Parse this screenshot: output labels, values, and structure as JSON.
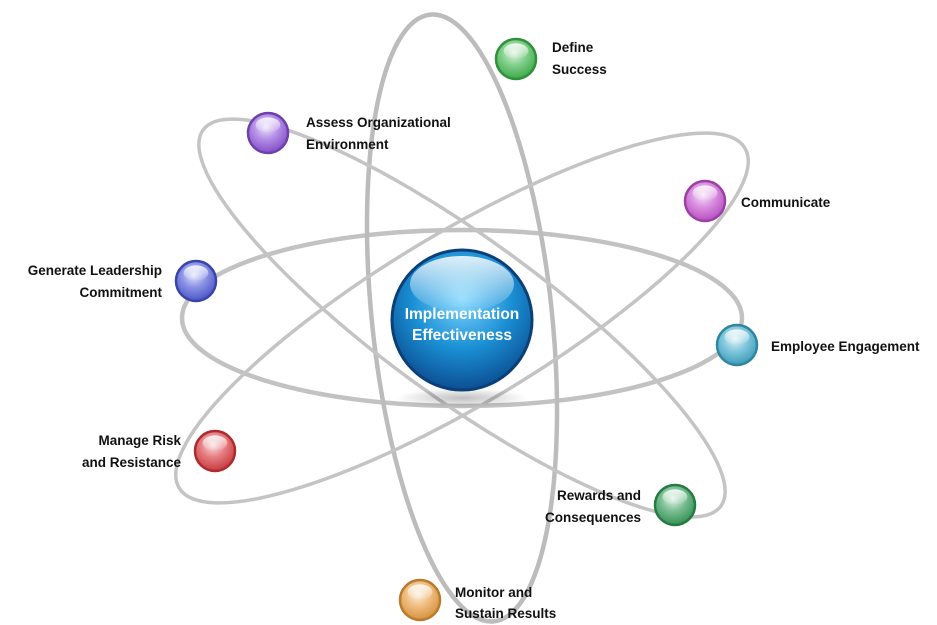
{
  "center": {
    "line1": "Implementation",
    "line2": "Effectiveness",
    "color": "#1a8fd4"
  },
  "nodes": [
    {
      "id": "define-success",
      "lines": [
        "Define",
        "Success"
      ],
      "color": "#3bb54a"
    },
    {
      "id": "assess-org-env",
      "lines": [
        "Assess Organizational",
        "Environment"
      ],
      "color": "#8a4fd8"
    },
    {
      "id": "communicate",
      "lines": [
        "Communicate"
      ],
      "color": "#c54fd0"
    },
    {
      "id": "generate-leadership",
      "lines": [
        "Generate Leadership",
        "Commitment"
      ],
      "color": "#4a55d6"
    },
    {
      "id": "employee-engagement",
      "lines": [
        "Employee Engagement"
      ],
      "color": "#3aa7c9"
    },
    {
      "id": "manage-risk",
      "lines": [
        "Manage Risk",
        "and Resistance"
      ],
      "color": "#d8363b"
    },
    {
      "id": "rewards",
      "lines": [
        "Rewards and",
        "Consequences"
      ],
      "color": "#2f9a55"
    },
    {
      "id": "monitor",
      "lines": [
        "Monitor and",
        "Sustain Results"
      ],
      "color": "#e89a3a"
    }
  ]
}
